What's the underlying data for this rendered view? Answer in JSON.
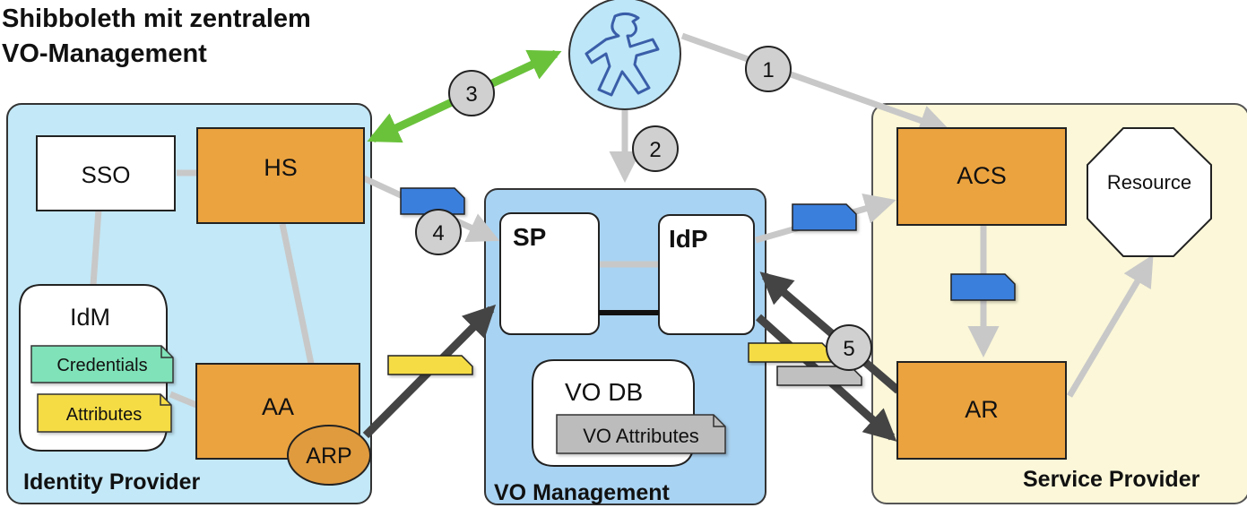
{
  "title": {
    "line1": "Shibboleth mit zentralem",
    "line2": "VO-Management"
  },
  "regions": {
    "identity_provider": "Identity Provider",
    "vo_management": "VO Management",
    "service_provider": "Service Provider"
  },
  "components": {
    "sso": "SSO",
    "hs": "HS",
    "idm": "IdM",
    "credentials": "Credentials",
    "attributes": "Attributes",
    "aa": "AA",
    "arp": "ARP",
    "sp": "SP",
    "idp": "IdP",
    "vo_db": "VO DB",
    "vo_attributes": "VO Attributes",
    "acs": "ACS",
    "resource": "Resource",
    "ar": "AR"
  },
  "steps": [
    "1",
    "2",
    "3",
    "4",
    "5"
  ],
  "user_icon": "pedestrian-walking-icon",
  "colors": {
    "identity_provider_bg": "#c3e8f7",
    "vo_management_bg": "#a9d3f2",
    "service_provider_bg": "#fbf7d8",
    "component_orange": "#eba33f",
    "green_arrow": "#6ac23b",
    "gray_connector": "#c8c8c8",
    "dark_arrow": "#444444",
    "doc_blue": "#3b7fdc",
    "doc_yellow": "#f5dc45",
    "doc_gray": "#c0c0c0",
    "doc_green": "#7fe2b8"
  }
}
